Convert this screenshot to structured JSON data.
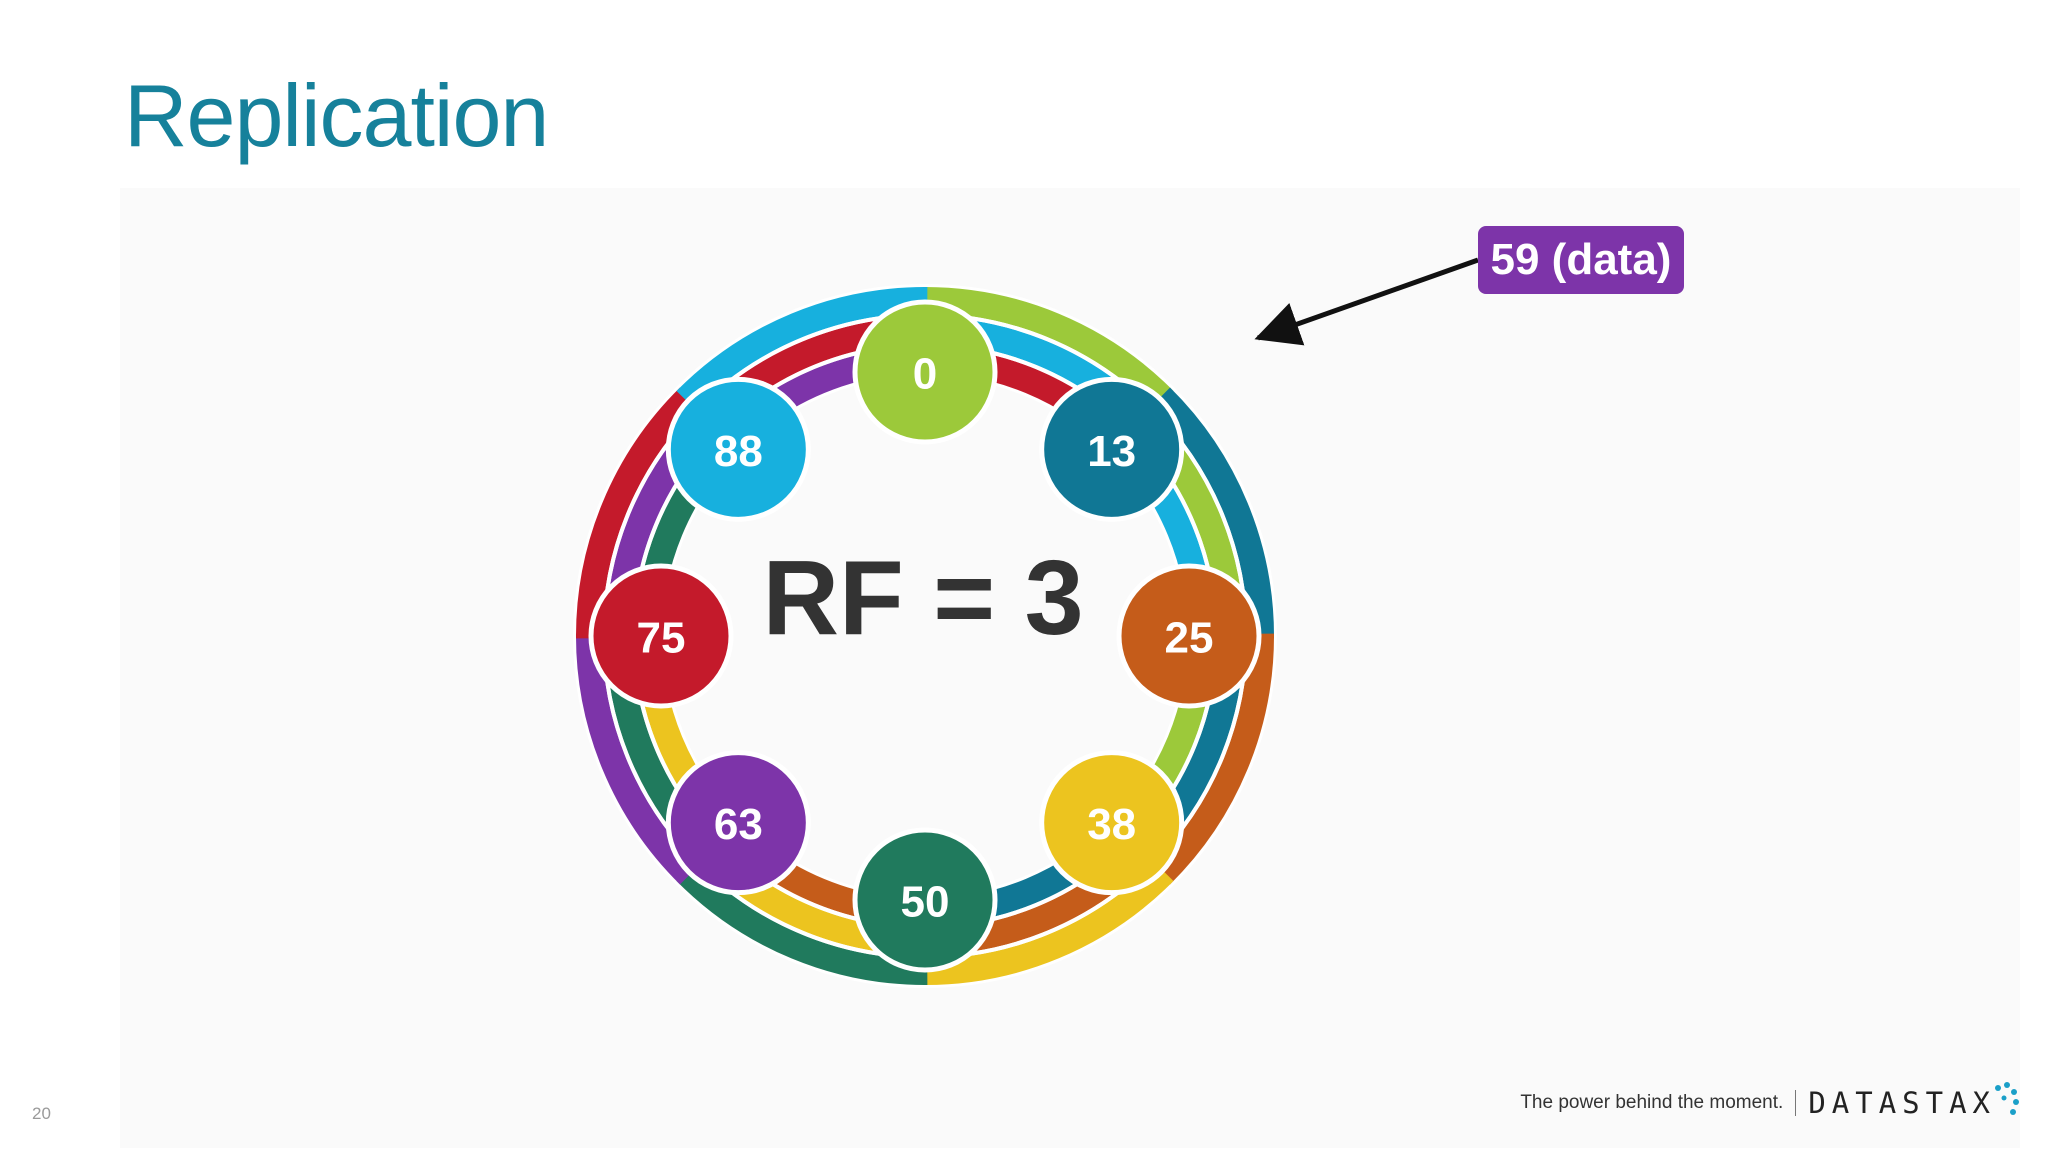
{
  "slide": {
    "title": "Replication",
    "page_number": "20"
  },
  "diagram": {
    "center_label": "RF = 3",
    "data_label": "59 (data)",
    "nodes": [
      {
        "token": "0",
        "color": "#9cc93a"
      },
      {
        "token": "13",
        "color": "#107795"
      },
      {
        "token": "25",
        "color": "#c55c1a"
      },
      {
        "token": "38",
        "color": "#ecc41f"
      },
      {
        "token": "50",
        "color": "#207a5d"
      },
      {
        "token": "63",
        "color": "#7d34a9"
      },
      {
        "token": "75",
        "color": "#c41a2b"
      },
      {
        "token": "88",
        "color": "#17b0de"
      }
    ],
    "replication_factor": 3
  },
  "footer": {
    "tagline": "The power behind the moment.",
    "brand": "DATASTAX"
  },
  "colors": {
    "title": "#16819b",
    "badge": "#7d34a9",
    "center_text": "#333333"
  },
  "icons": [
    "arrow-pointer-icon",
    "datastax-logo-dots-icon"
  ]
}
